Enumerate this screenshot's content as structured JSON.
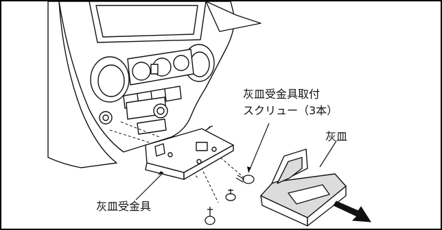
{
  "labels": {
    "screws_line1": "灰皿受金具取付",
    "screws_line2": "スクリュー（3本）",
    "ashtray": "灰皿",
    "bracket": "灰皿受金具"
  },
  "colors": {
    "line": "#111111",
    "frame": "#000000",
    "fill_light": "#dcdcdc",
    "fill_white": "#ffffff"
  }
}
